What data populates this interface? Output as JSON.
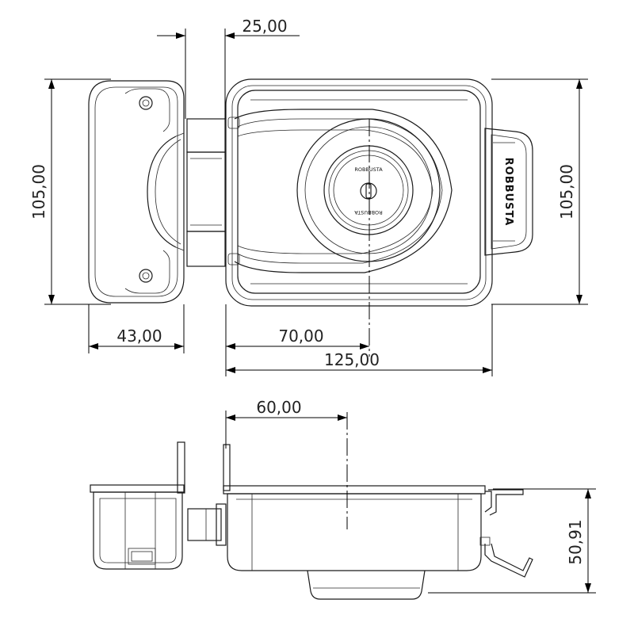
{
  "drawing": {
    "dimensions": {
      "top_width": "25,00",
      "left_height": "105,00",
      "right_height": "105,00",
      "left_width": "43,00",
      "key_offset": "70,00",
      "total_width": "125,00",
      "side_offset": "60,00",
      "side_height": "50,91"
    },
    "brand_label": "ROBBUSTA",
    "key_label": "ROBBUSTA"
  }
}
